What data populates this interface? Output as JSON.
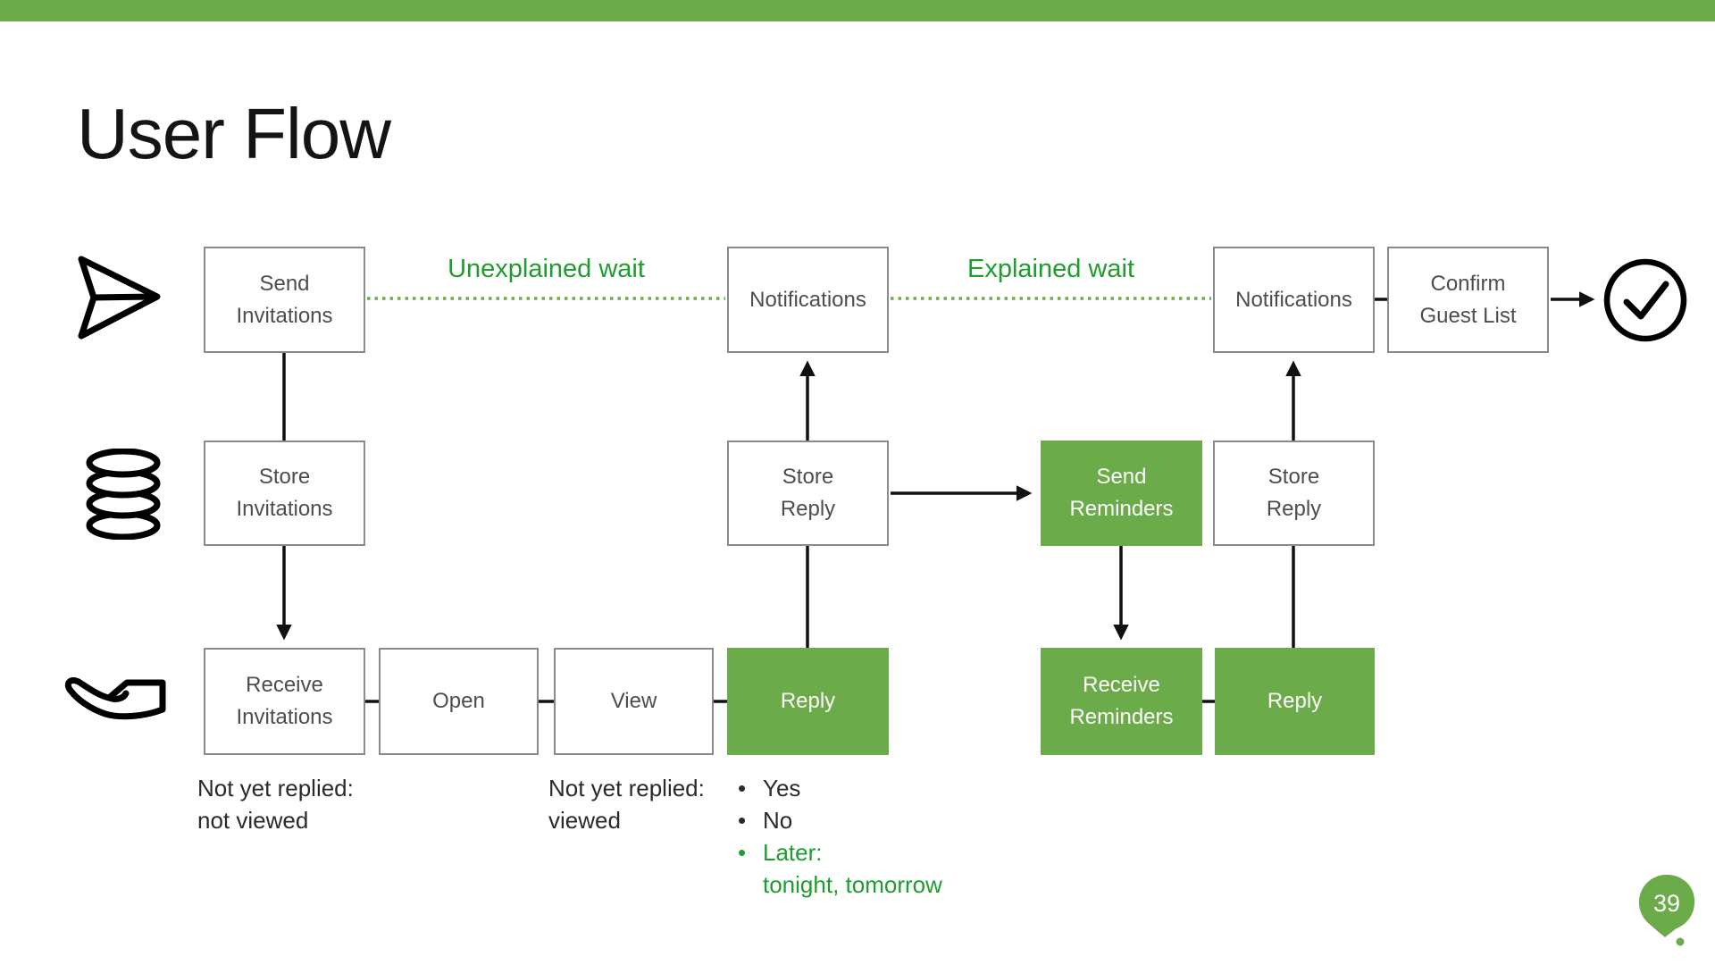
{
  "slide": {
    "title": "User Flow",
    "page_number": "39"
  },
  "colors": {
    "accent_green": "#6cab49",
    "text_green": "#1f9c2e",
    "box_border_gray": "#8a8a8a",
    "box_label_gray": "#4d4d4d"
  },
  "wait_labels": {
    "unexplained": "Unexplained wait",
    "explained": "Explained wait"
  },
  "boxes": {
    "send_invitations": {
      "label": "Send\nInvitations"
    },
    "notifications_1": {
      "label": "Notifications"
    },
    "notifications_2": {
      "label": "Notifications"
    },
    "confirm_guest_list": {
      "label": "Confirm\nGuest List"
    },
    "store_invitations": {
      "label": "Store\nInvitations"
    },
    "store_reply_1": {
      "label": "Store\nReply"
    },
    "send_reminders": {
      "label": "Send\nReminders"
    },
    "store_reply_2": {
      "label": "Store\nReply"
    },
    "receive_invitations": {
      "label": "Receive\nInvitations"
    },
    "open": {
      "label": "Open"
    },
    "view": {
      "label": "View"
    },
    "reply_1": {
      "label": "Reply"
    },
    "receive_reminders": {
      "label": "Receive\nReminders"
    },
    "reply_2": {
      "label": "Reply"
    }
  },
  "icons": {
    "paper_plane": "send",
    "database": "store",
    "hand": "receive",
    "check_circle": "done"
  },
  "annotations": {
    "not_viewed": "Not yet replied:\nnot viewed",
    "viewed": "Not yet replied:\nviewed"
  },
  "bullets": {
    "glyph": "•",
    "items": [
      {
        "text": "Yes",
        "green": false
      },
      {
        "text": "No",
        "green": false
      },
      {
        "text": "Later:",
        "green": true
      },
      {
        "text": "tonight, tomorrow",
        "green": true,
        "no_marker": true
      }
    ]
  }
}
